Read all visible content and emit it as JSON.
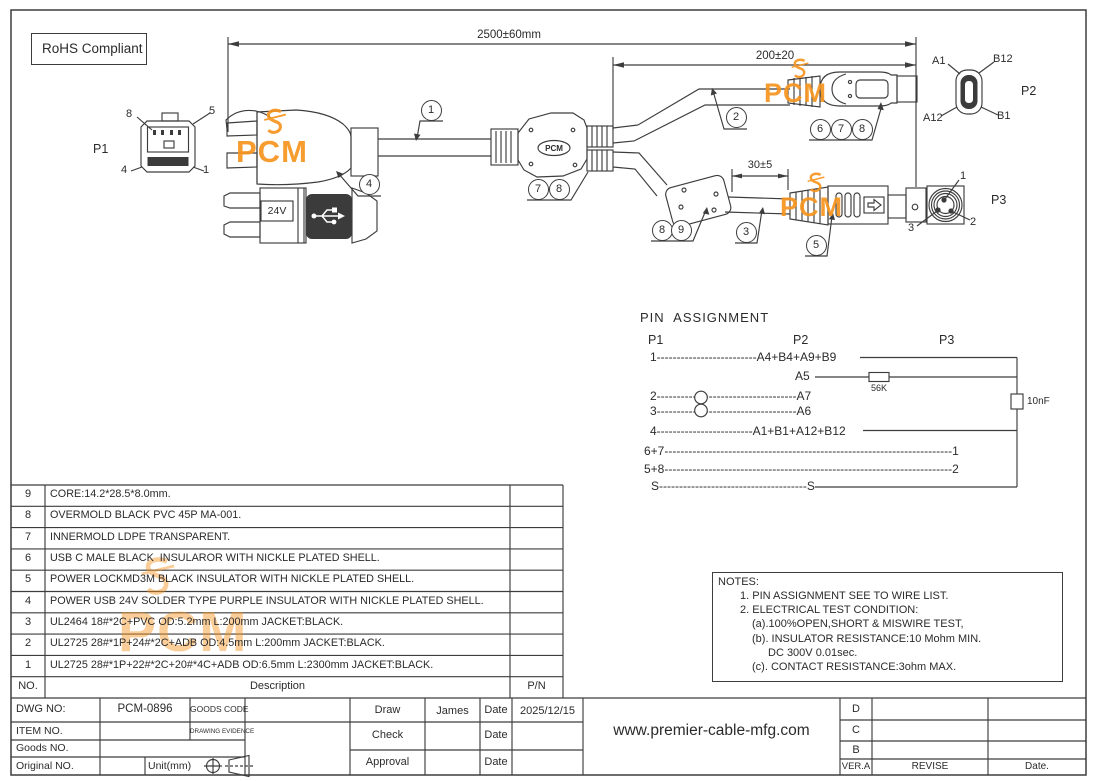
{
  "rohs": "RoHS Compliant",
  "dims": {
    "overall": "2500±60mm",
    "branch": "200±20",
    "ferrite_gap": "30±5"
  },
  "drawing": {
    "p1": {
      "label": "P1",
      "pin_tl": "8",
      "pin_tr": "5",
      "pin_bl": "4",
      "pin_br": "1"
    },
    "p2": {
      "label": "P2",
      "pin_tl": "A1",
      "pin_tr": "B12",
      "pin_bl": "A12",
      "pin_br": "B1"
    },
    "p3": {
      "label": "P3",
      "pin_1": "1",
      "pin_2": "2",
      "pin_3": "3"
    },
    "power_label": "24V",
    "junction_label": "PCM",
    "watermark_text": "PCM"
  },
  "callouts": {
    "n1": "1",
    "n2": "2",
    "n3": "3",
    "n4": "4",
    "n5": "5",
    "n6": "6",
    "n7": "7",
    "n8": "8",
    "n9": "9"
  },
  "pin_assignment": {
    "title": "PIN  ASSIGNMENT",
    "p1": "P1",
    "p2": "P2",
    "p3": "P3",
    "rows": [
      {
        "text": "1-------------------------A4+B4+A9+B9"
      },
      {
        "text": "A5"
      },
      {
        "text": "2-----------------------------------A7"
      },
      {
        "text": "3-----------------------------------A6"
      },
      {
        "text": "4------------------------A1+B1+A12+B12"
      },
      {
        "text": "6+7------------------------------------------------------------------------1"
      },
      {
        "text": "5+8------------------------------------------------------------------------2"
      },
      {
        "text": "S-------------------------------------S"
      }
    ],
    "resistor": "56K",
    "capacitor": "10nF"
  },
  "notes": {
    "line0": "NOTES:",
    "line1": "1. PIN ASSIGNMENT SEE TO WIRE LIST.",
    "line2": "2. ELECTRICAL TEST CONDITION:",
    "line3": "(a).100%OPEN,SHORT & MISWIRE TEST,",
    "line4": "(b). INSULATOR RESISTANCE:10 Mohm MIN.",
    "line5": "DC 300V 0.01sec.",
    "line6": "(c). CONTACT RESISTANCE:3ohm MAX."
  },
  "parts": {
    "header": {
      "no": "NO.",
      "description": "Description",
      "pn": "P/N"
    },
    "rows": [
      {
        "no": "9",
        "description": "CORE:14.2*28.5*8.0mm.",
        "pn": ""
      },
      {
        "no": "8",
        "description": "OVERMOLD BLACK PVC 45P MA-001.",
        "pn": ""
      },
      {
        "no": "7",
        "description": "INNERMOLD LDPE TRANSPARENT.",
        "pn": ""
      },
      {
        "no": "6",
        "description": "USB C MALE BLACK  INSULAROR WITH NICKLE PLATED SHELL.",
        "pn": ""
      },
      {
        "no": "5",
        "description": "POWER LOCKMD3M BLACK INSULATOR WITH NICKLE PLATED SHELL.",
        "pn": ""
      },
      {
        "no": "4",
        "description": "POWER USB 24V SOLDER TYPE PURPLE INSULATOR WITH NICKLE PLATED SHELL.",
        "pn": ""
      },
      {
        "no": "3",
        "description": "UL2464 18#*2C+PVC OD:5.2mm L:200mm JACKET:BLACK.",
        "pn": ""
      },
      {
        "no": "2",
        "description": "UL2725 28#*1P+24#*2C+ADB OD:4.5mm L:200mm JACKET:BLACK.",
        "pn": ""
      },
      {
        "no": "1",
        "description": "UL2725 28#*1P+22#*2C+20#*4C+ADB OD:6.5mm L:2300mm JACKET:BLACK.",
        "pn": ""
      }
    ]
  },
  "titleblock": {
    "dwg_no_label": "DWG NO:",
    "dwg_no": "PCM-0896",
    "goods_code": "GOODS CODE",
    "item_no_label": "ITEM NO.",
    "drawing_evidence": "DRAWING EVIDENCE",
    "goods_no_label": "Goods NO.",
    "original_no_label": "Original NO.",
    "unit": "Unit(mm)",
    "draw_label": "Draw",
    "draw_name": "James",
    "date_label1": "Date",
    "draw_date": "2025/12/15",
    "check_label": "Check",
    "date_label2": "Date",
    "check_date": "",
    "approval_label": "Approval",
    "date_label3": "Date",
    "approval_date": "",
    "website": "www.premier-cable-mfg.com",
    "rev_d": "D",
    "rev_c": "C",
    "rev_b": "B",
    "ver": "VER.A",
    "revise": "REVISE",
    "date_dot": "Date."
  },
  "colors": {
    "line": "#3d3d3d",
    "watermark": "#F7941E"
  }
}
